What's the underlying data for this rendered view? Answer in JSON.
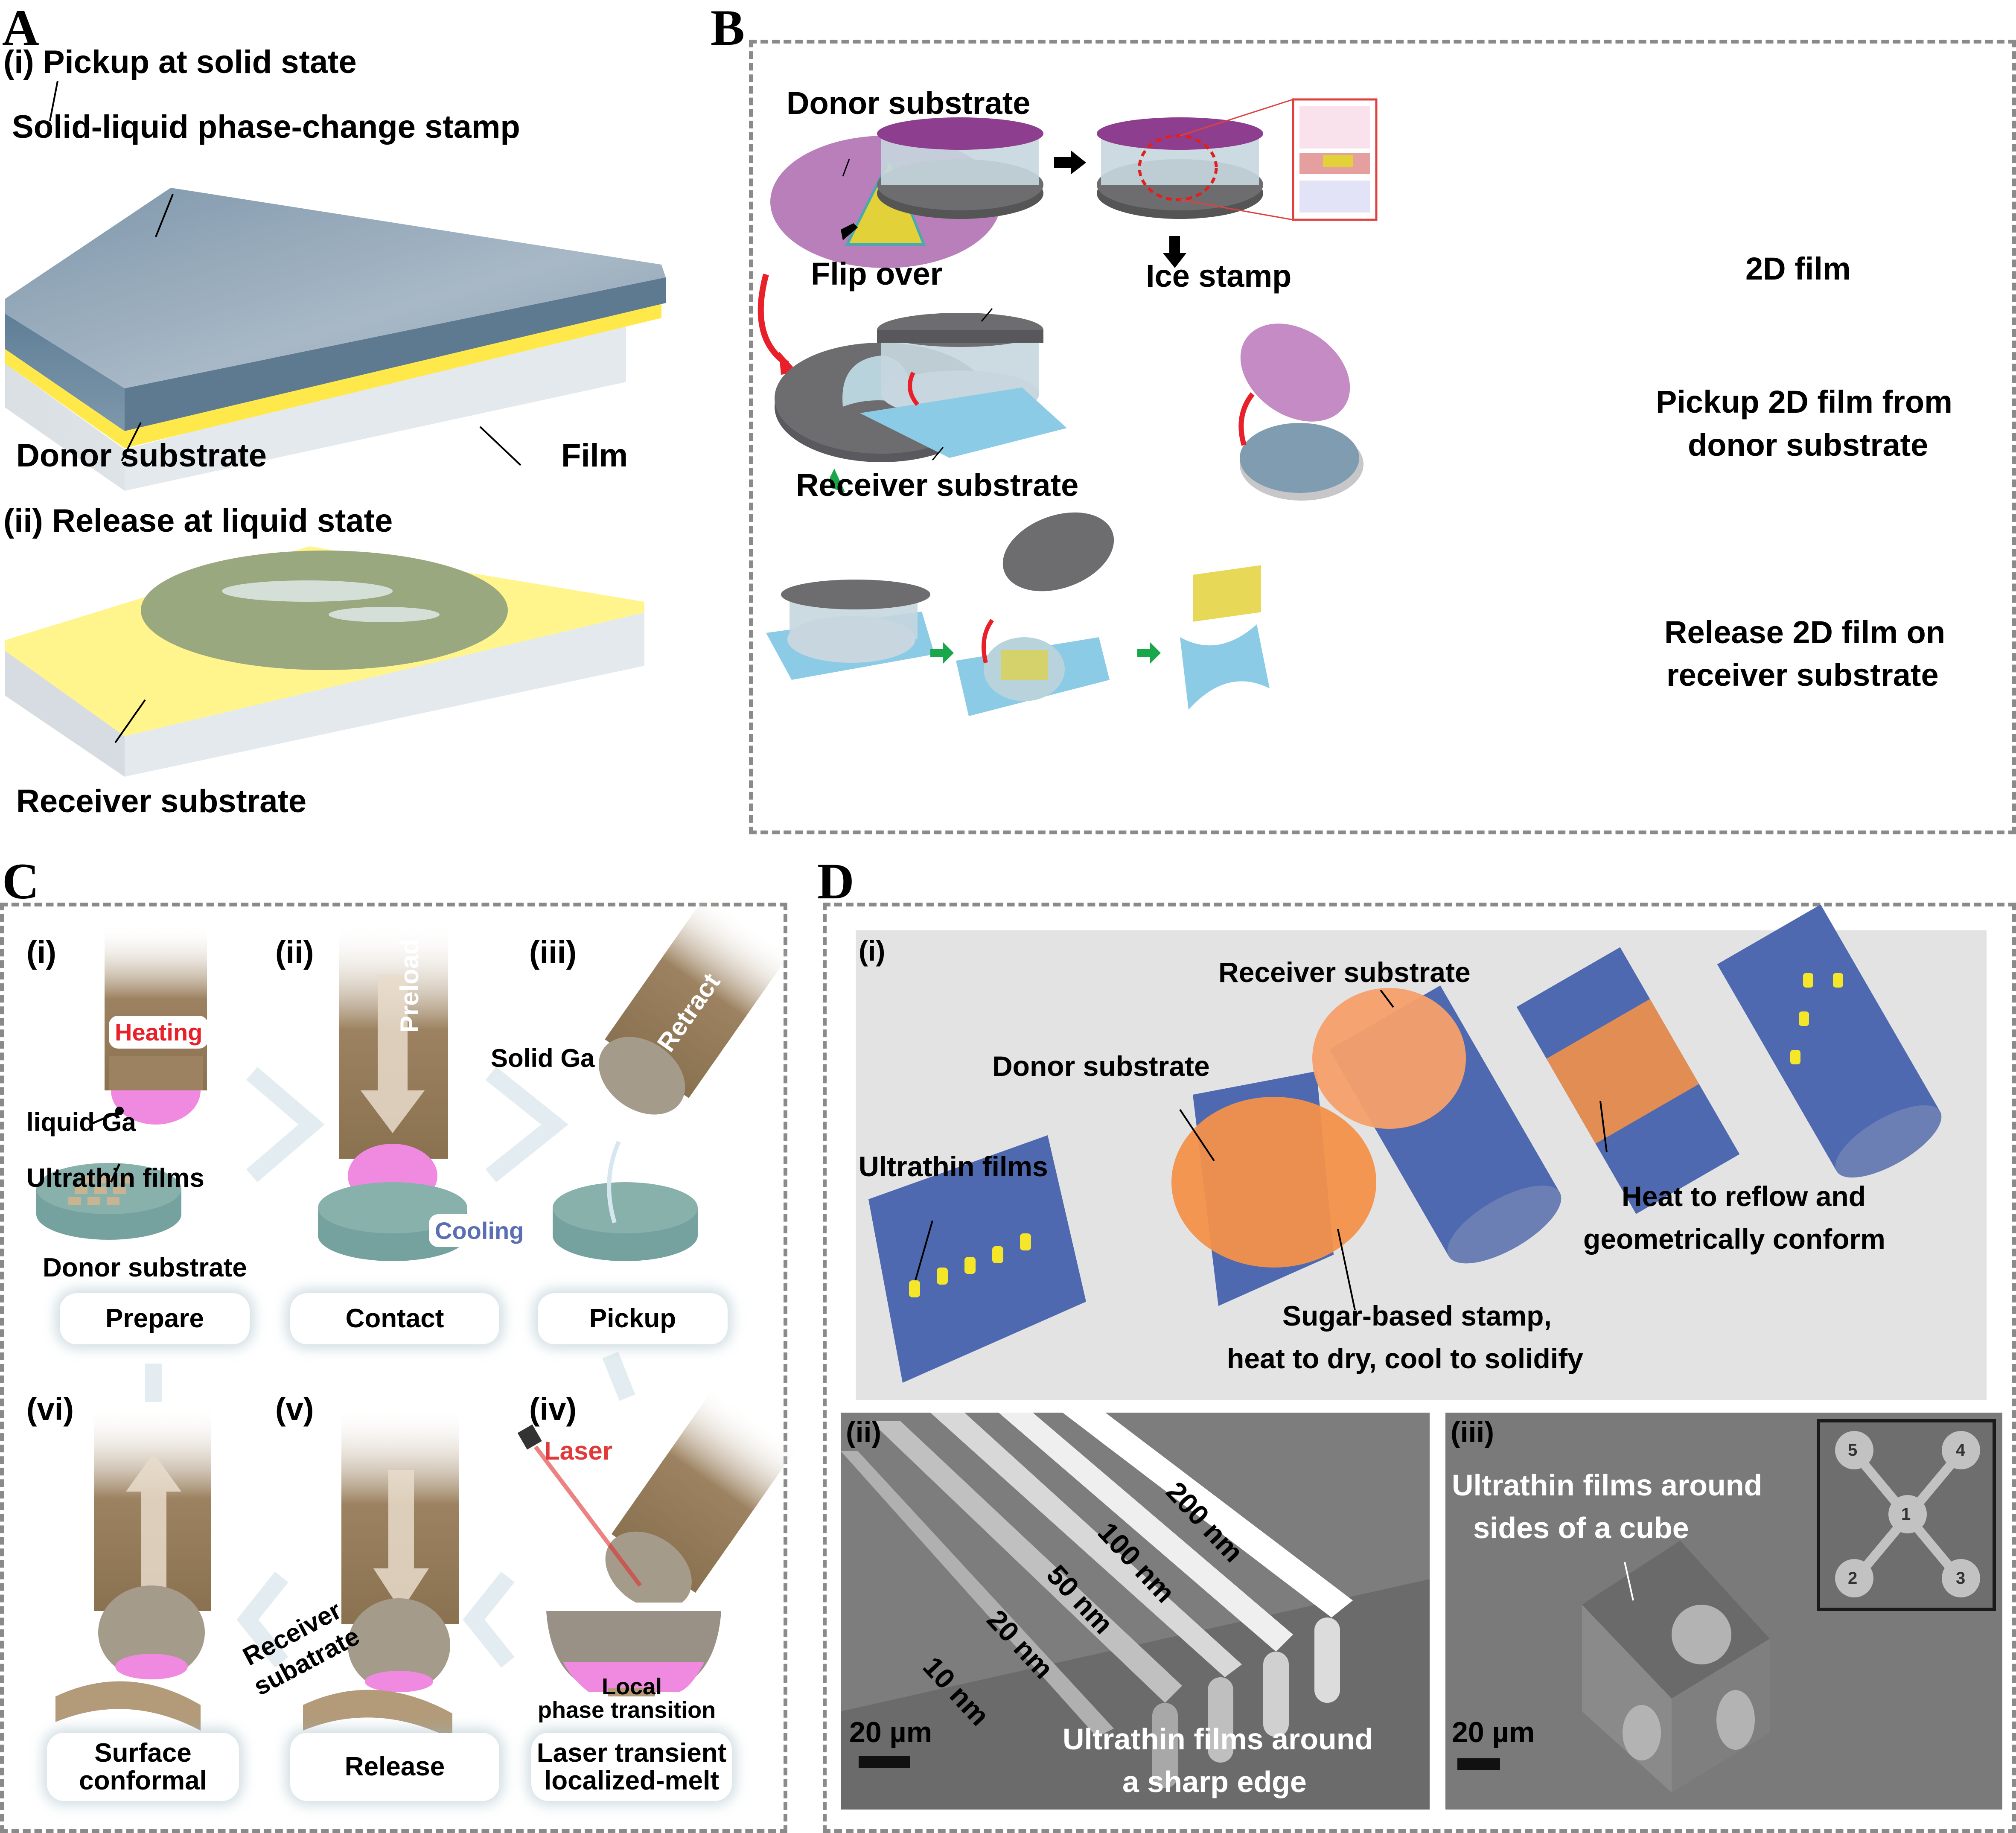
{
  "panels": {
    "A": {
      "label": "A",
      "step_i": "(i) Pickup at solid state",
      "stamp_label": "Solid-liquid phase-change stamp",
      "donor_label": "Donor substrate",
      "film_label": "Film",
      "step_ii": "(ii) Release at liquid state",
      "receiver_label": "Receiver substrate"
    },
    "B": {
      "label": "B",
      "donor_label": "Donor substrate",
      "flip_label": "Flip over",
      "ice_stamp_label": "Ice stamp",
      "film_2d_label": "2D film",
      "pickup_label_line1": "Pickup 2D film from",
      "pickup_label_line2": "donor substrate",
      "receiver_label": "Receiver substrate",
      "release_label_line1": "Release 2D film on",
      "release_label_line2": "receiver substrate"
    },
    "C": {
      "label": "C",
      "steps": [
        {
          "num": "(i)",
          "caption": "Prepare"
        },
        {
          "num": "(ii)",
          "caption": "Contact"
        },
        {
          "num": "(iii)",
          "caption": "Pickup"
        },
        {
          "num": "(iv)",
          "caption_line1": "Laser transient",
          "caption_line2": "localized-melt"
        },
        {
          "num": "(v)",
          "caption": "Release"
        },
        {
          "num": "(vi)",
          "caption_line1": "Surface",
          "caption_line2": "conformal"
        }
      ],
      "heating_label": "Heating",
      "liquid_ga_label": "liquid Ga",
      "ultrathin_label": "Ultrathin films",
      "donor_label": "Donor substrate",
      "preload_label": "Preload",
      "cooling_label": "Cooling",
      "solid_ga_label": "Solid Ga",
      "retract_label": "Retract",
      "laser_label": "Laser",
      "local_line1": "Local",
      "local_line2": "phase transition",
      "receiver_line1": "Receiver",
      "receiver_line2": "subatrate"
    },
    "D": {
      "label": "D",
      "sub_i": {
        "num": "(i)",
        "receiver_label": "Receiver substrate",
        "donor_label": "Donor substrate",
        "ultrathin_label": "Ultrathin films",
        "heat_line1": "Heat to reflow and",
        "heat_line2": "geometrically conform",
        "sugar_line1": "Sugar-based stamp,",
        "sugar_line2": "heat to dry, cool to solidify"
      },
      "sub_ii": {
        "num": "(ii)",
        "thicknesses": [
          "10 nm",
          "20 nm",
          "50 nm",
          "100 nm",
          "200 nm"
        ],
        "scale_bar": "20 µm",
        "caption_line1": "Ultrathin films around",
        "caption_line2": "a sharp edge"
      },
      "sub_iii": {
        "num": "(iii)",
        "caption_line1": "Ultrathin films around",
        "caption_line2": "sides of a cube",
        "scale_bar": "20 µm",
        "pad_numbers": [
          "1",
          "2",
          "3",
          "4",
          "5"
        ]
      }
    }
  },
  "colors": {
    "stamp_blue": "#6f8ca3",
    "film_yellow": "#ffe94a",
    "donor_pink": "#bb7fbb",
    "ice_gray": "#6d6d70",
    "receiver_blue": "#8ccbe6",
    "arrow_green": "#1aa64a",
    "arrow_red": "#e8202a",
    "bronze": "#9c8260",
    "gallium_pink": "#f08ae0",
    "sugar_orange": "#f2914a",
    "substrate_blue": "#4b66b0",
    "sem_gray": "#7d7d7d"
  }
}
